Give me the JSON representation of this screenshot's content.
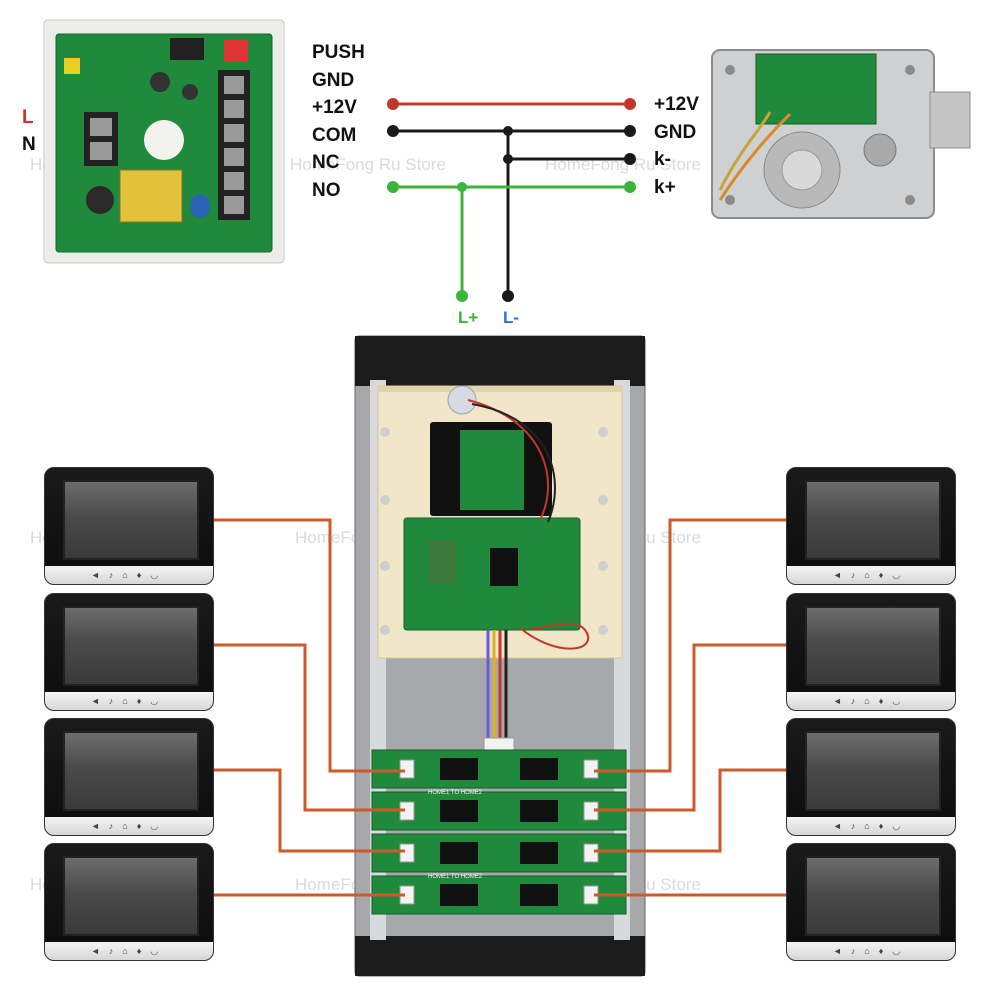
{
  "power_supply": {
    "mains_labels": [
      "L",
      "N"
    ],
    "board_labels": [
      "PUSH",
      "GND",
      "+12V",
      "COM",
      "NC",
      "NO"
    ]
  },
  "lock": {
    "labels": [
      "+12V",
      "GND",
      "k-",
      "k+"
    ]
  },
  "outdoor_panel": {
    "lock_terminals": {
      "plus": "L+",
      "minus": "L-"
    },
    "board_text": "HOME1 TO HOME2"
  },
  "monitors": {
    "left_count": 4,
    "right_count": 4,
    "button_icons": [
      "mic-icon",
      "bell-icon",
      "unlock-icon",
      "talk-icon",
      "power-icon"
    ]
  },
  "watermark": "HomeFong Ru Store",
  "colors": {
    "power_red": "#c0392b",
    "ground_black": "#1a1a1a",
    "signal_green": "#3cb43c",
    "minus_blue": "#2f6fd6",
    "monitor_wire": "#cc5a2a",
    "pcb_green": "#1f8a3c"
  }
}
